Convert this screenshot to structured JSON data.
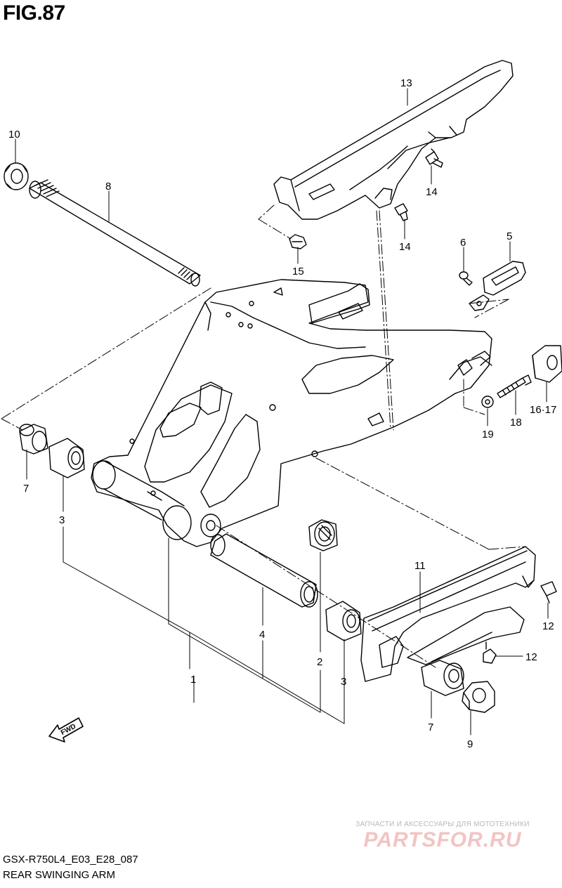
{
  "figure": {
    "title": "FIG.87",
    "model_code": "GSX-R750L4_E03_E28_087",
    "caption": "REAR SWINGING ARM"
  },
  "callouts": {
    "p1": "1",
    "p2": "2",
    "p3a": "3",
    "p3b": "3",
    "p4": "4",
    "p5": "5",
    "p6": "6",
    "p7a": "7",
    "p7b": "7",
    "p8": "8",
    "p9": "9",
    "p10": "10",
    "p11": "11",
    "p12a": "12",
    "p12b": "12",
    "p13": "13",
    "p14a": "14",
    "p14b": "14",
    "p15": "15",
    "p16_17": "16·17",
    "p18": "18",
    "p19": "19"
  },
  "fwd_marker": "FWD",
  "watermark": {
    "tagline": "ЗАПЧАСТИ И АКСЕССУАРЫ ДЛЯ МОТОТЕХНИКИ",
    "brand": "PARTSFOR.RU"
  },
  "colors": {
    "line": "#000000",
    "watermark_text": "#b8b8b8",
    "watermark_brand": "#f2c4c4"
  }
}
